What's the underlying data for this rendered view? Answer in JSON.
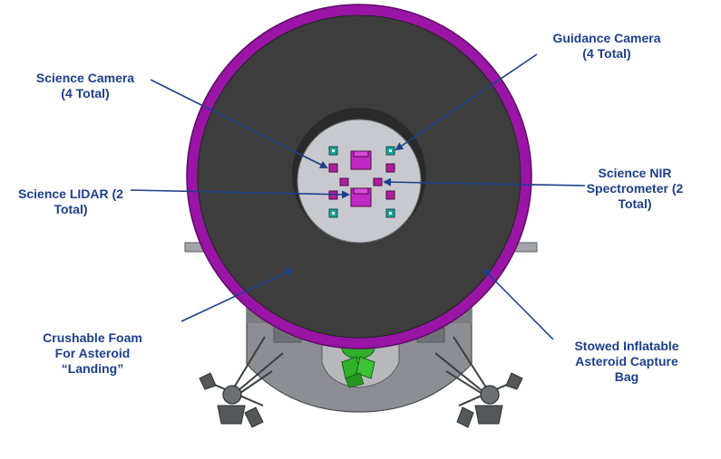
{
  "labels": {
    "science_camera": [
      "Science Camera",
      "(4 Total)"
    ],
    "guidance_camera": [
      "Guidance Camera",
      "(4 Total)"
    ],
    "science_lidar": [
      "Science LIDAR (2",
      "Total)"
    ],
    "science_nir": [
      "Science NIR",
      "Spectrometer (2",
      "Total)"
    ],
    "crushable_foam": [
      "Crushable Foam",
      "For Asteroid",
      "“Landing”"
    ],
    "capture_bag": [
      "Stowed Inflatable",
      "Asteroid Capture",
      "Bag"
    ]
  },
  "colors": {
    "label_text": "#1d3f8c",
    "leader_line": "#1d3f8c",
    "capture_bag_ring": "#9a14a6",
    "foam_disk": "#3d3d3d",
    "instrument_deck": "#c8c9ce",
    "science_camera": "#b0209e",
    "guidance_camera": "#1fa39a",
    "lidar_block": "#c02ac4",
    "propellant_tank": "#2fb12a",
    "spacecraft_body": "#8c8e93"
  }
}
